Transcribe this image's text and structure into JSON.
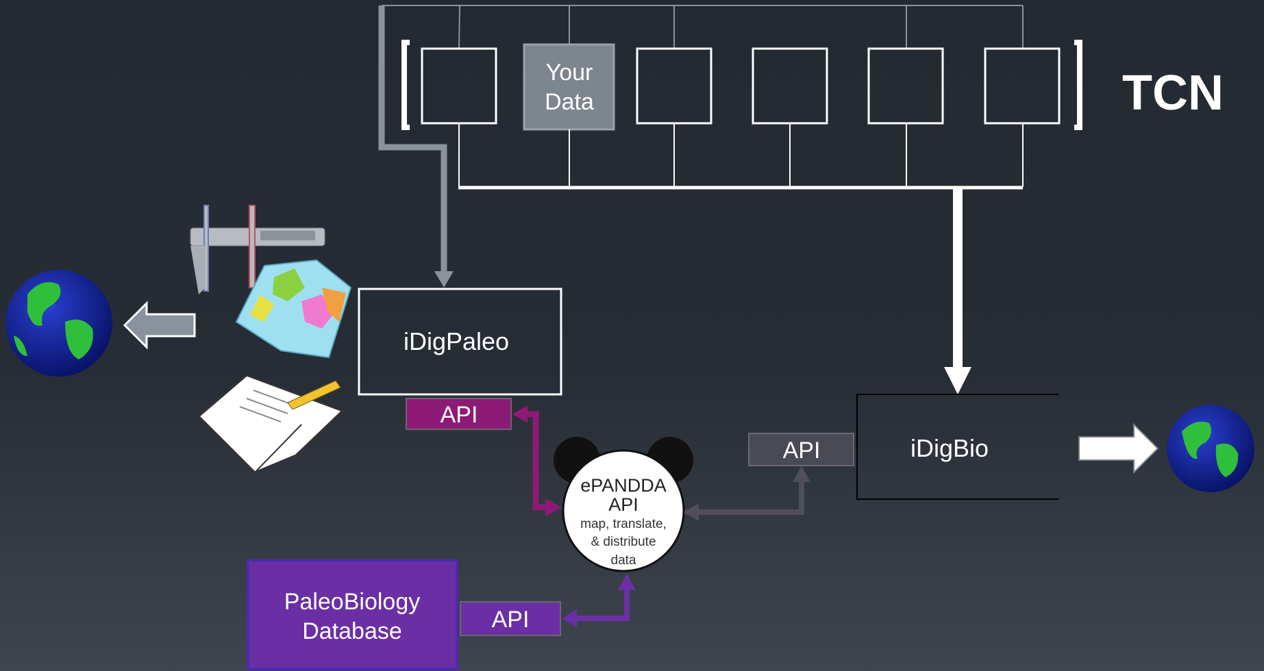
{
  "tcn": {
    "label": "TCN",
    "your_data_line1": "Your",
    "your_data_line2": "Data"
  },
  "nodes": {
    "idigpaleo": "iDigPaleo",
    "idigbio": "iDigBio",
    "pbdb_line1": "PaleoBiology",
    "pbdb_line2": "Database"
  },
  "api": {
    "paleo": "API",
    "bio": "API",
    "pbdb": "API"
  },
  "epandda": {
    "line1": "ePANDDA",
    "line2": "API",
    "line3": "map, translate,",
    "line4": "& distribute",
    "line5": "data"
  },
  "colors": {
    "background": "#242a32",
    "paleo_api": "#8e1a77",
    "pbdb": "#6b2fa5",
    "bio_api": "#4a4a55",
    "grey_arrow": "#8a939d"
  }
}
